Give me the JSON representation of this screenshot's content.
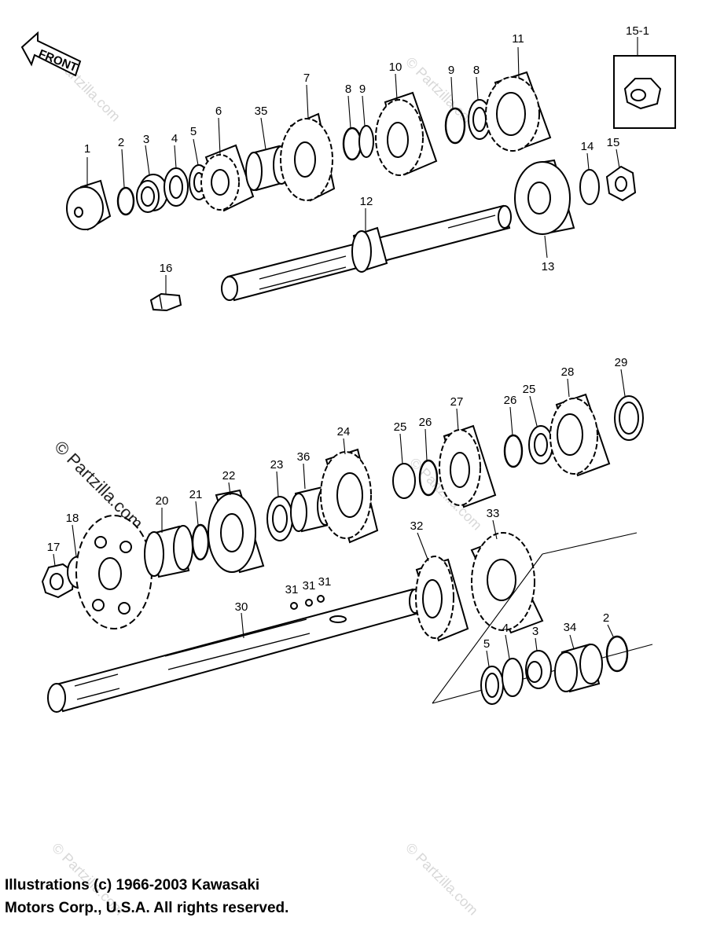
{
  "front_label": "FRONT",
  "inset_label": "15-1",
  "watermark": "© Partzilla.com",
  "copyright": {
    "line1": "Illustrations (c) 1966-2003 Kawasaki",
    "line2": "Motors Corp., U.S.A.  All rights reserved."
  },
  "callouts": {
    "c1": "1",
    "c2": "2",
    "c3": "3",
    "c4": "4",
    "c5": "5",
    "c6": "6",
    "c7": "7",
    "c8a": "8",
    "c8b": "8",
    "c9a": "9",
    "c9b": "9",
    "c10": "10",
    "c11": "11",
    "c12": "12",
    "c13": "13",
    "c14": "14",
    "c15": "15",
    "c16": "16",
    "c17": "17",
    "c18": "18",
    "c20": "20",
    "c21": "21",
    "c22": "22",
    "c23": "23",
    "c24": "24",
    "c25a": "25",
    "c25b": "25",
    "c26a": "26",
    "c26b": "26",
    "c27": "27",
    "c28": "28",
    "c29": "29",
    "c30": "30",
    "c31a": "31",
    "c31b": "31",
    "c31c": "31",
    "c32": "32",
    "c33": "33",
    "c34": "34",
    "c35": "35",
    "c36": "36",
    "c2b": "2",
    "c3b": "3",
    "c4b": "4",
    "c5b": "5"
  }
}
